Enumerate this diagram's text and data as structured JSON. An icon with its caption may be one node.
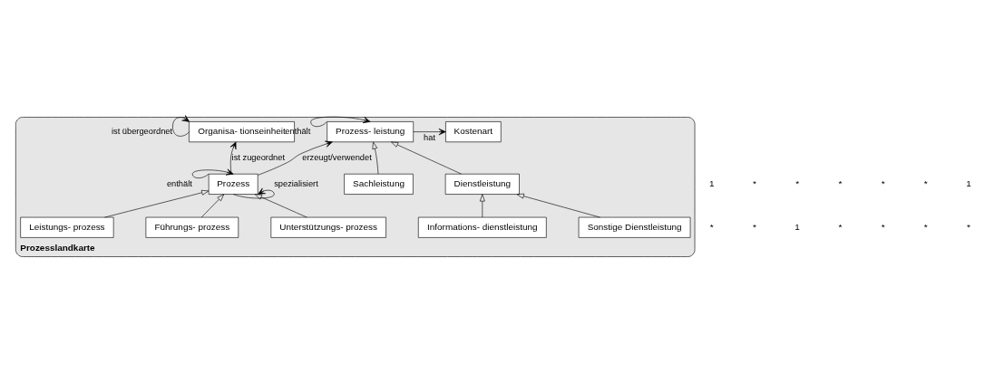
{
  "diagram": {
    "nodes": [
      {
        "text": [
          "Prozesslandkarte"
        ]
      },
      {
        "text": [
          "Organisa- tionseinheit"
        ],
        "in": 0
      },
      {
        "text": [
          "Prozess- leistung"
        ],
        "in": 0
      },
      {
        "text": [
          "Kostenart"
        ],
        "in": 0
      },
      {
        "text": [
          "Prozess"
        ],
        "in": 0
      },
      {
        "text": [
          "Sachleistung"
        ],
        "in": 0
      },
      {
        "text": [
          "Dienstleistung"
        ],
        "in": 0
      },
      {
        "text": [
          "Leistungs- prozess"
        ],
        "in": 0
      },
      {
        "text": [
          "Führungs- prozess"
        ],
        "in": 0
      },
      {
        "text": [
          "Unterstützungs- prozess"
        ],
        "in": 0
      },
      {
        "text": [
          "Informations- dienstleistung"
        ],
        "in": 0
      },
      {
        "text": [
          "Sonstige Dienstleistung"
        ],
        "in": 0
      }
    ],
    "edges": [
      {
        "from": 1,
        "to": 1,
        "arrow": "to",
        "label": "ist übergeordnet"
      },
      {
        "from": 4,
        "to": 1,
        "arrow": "to",
        "label": "ist zugeordnet"
      },
      {
        "from": 4,
        "to": 4,
        "arrow": "to",
        "label": "enthält"
      },
      {
        "from": 4,
        "to": 4,
        "arrow": "to",
        "label": "spezialisiert"
      },
      {
        "from": 4,
        "to": 2,
        "arrow": "to",
        "label": "erzeugt/verwendet"
      },
      {
        "from": 2,
        "to": 2,
        "arrow": "to",
        "label": "enthält"
      },
      {
        "from": 2,
        "to": 3,
        "arrow": "to",
        "label": "hat"
      },
      {
        "from": 7,
        "to": 4,
        "arrow": "to"
      },
      {
        "from": 8,
        "to": 4,
        "arrow": "to"
      },
      {
        "from": 9,
        "to": 4,
        "arrow": "to"
      },
      {
        "from": 5,
        "to": 2,
        "arrow": "to"
      },
      {
        "from": 6,
        "to": 2,
        "arrow": "to"
      },
      {
        "from": 10,
        "to": 6,
        "arrow": "to"
      },
      {
        "from": 11,
        "to": 6,
        "arrow": "to"
      }
    ],
    "labels": [
      "*",
      "*",
      "1",
      "*",
      "*",
      "*",
      "*",
      "1",
      "*",
      "*",
      "*",
      "*",
      "*",
      "1"
    ]
  }
}
